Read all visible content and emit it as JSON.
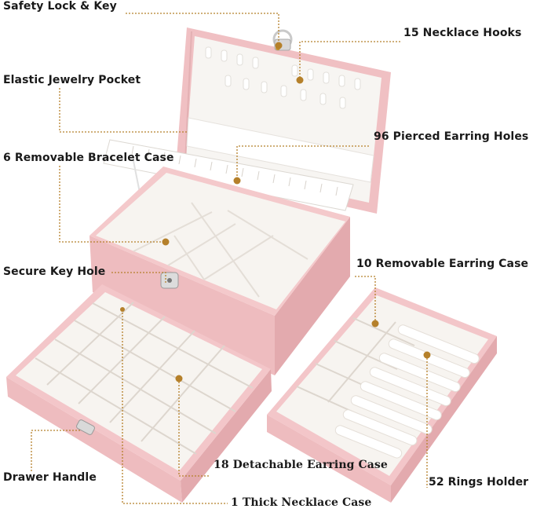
{
  "product": "jewelry box",
  "colors": {
    "case_pink": "#f2c4c6",
    "case_shadow": "#d9a2a5",
    "lining": "#f6f4f1",
    "callout": "#b5802a"
  },
  "callouts": [
    {
      "id": "safety-lock",
      "text": "Safety Lock & Key"
    },
    {
      "id": "necklace-hooks",
      "text": "15 Necklace Hooks"
    },
    {
      "id": "jewelry-pocket",
      "text": "Elastic Jewelry Pocket"
    },
    {
      "id": "earring-holes",
      "text": "96 Pierced Earring Holes"
    },
    {
      "id": "bracelet-case",
      "text": "6 Removable Bracelet Case"
    },
    {
      "id": "key-hole",
      "text": "Secure Key Hole"
    },
    {
      "id": "earring-case-10",
      "text": "10 Removable Earring Case"
    },
    {
      "id": "drawer-handle",
      "text": "Drawer Handle"
    },
    {
      "id": "earring-case-18",
      "text": "18 Detachable Earring Case"
    },
    {
      "id": "rings-holder",
      "text": "52 Rings Holder"
    },
    {
      "id": "necklace-case",
      "text": "1 Thick Necklace Case"
    }
  ]
}
